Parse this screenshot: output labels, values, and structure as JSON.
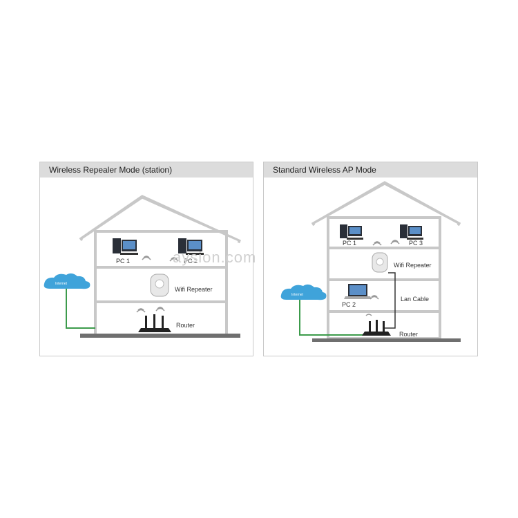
{
  "watermark": "aysion.com",
  "left_panel": {
    "title": "Wireless Repealer Mode (station)",
    "cloud_label": "Internet",
    "pc1": "PC 1",
    "pc2": "PC 2",
    "repeater": "Wifi Repeater",
    "router": "Router"
  },
  "right_panel": {
    "title": "Standard Wireless AP Mode",
    "cloud_label": "Internet",
    "pc1": "PC 1",
    "pc3": "PC 3",
    "repeater": "Wifi Repeater",
    "pc2": "PC 2",
    "lan_cable": "Lan Cable",
    "router": "Router"
  },
  "colors": {
    "cloud": "#3fa3da",
    "wire": "#3c9b4b",
    "house": "#c8c8c8",
    "ground": "#6f6f6f"
  }
}
